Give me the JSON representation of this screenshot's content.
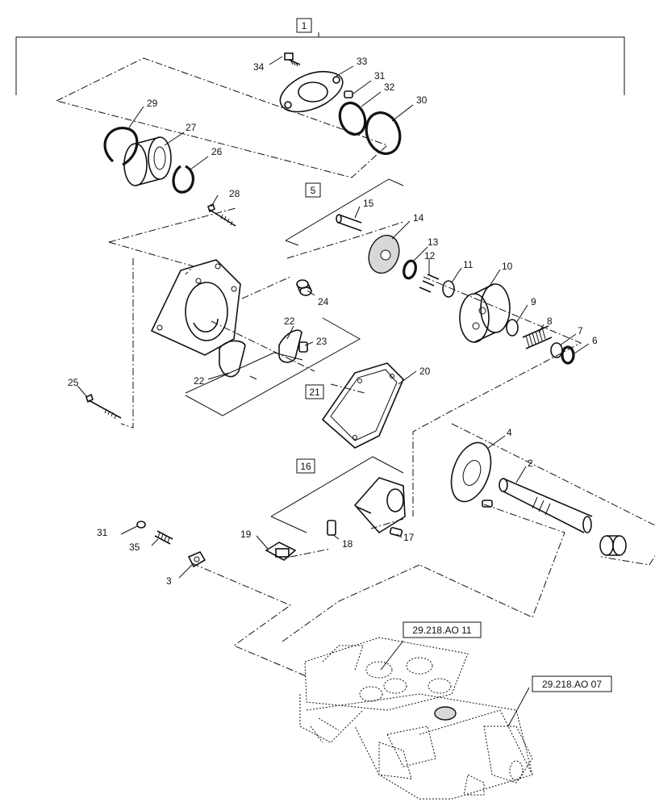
{
  "callouts": {
    "c1": "1",
    "c2": "2",
    "c3": "3",
    "c4": "4",
    "c5": "5",
    "c6": "6",
    "c7": "7",
    "c8": "8",
    "c9": "9",
    "c10": "10",
    "c11": "11",
    "c12": "12",
    "c13": "13",
    "c14": "14",
    "c15": "15",
    "c16": "16",
    "c17": "17",
    "c18": "18",
    "c19": "19",
    "c20": "20",
    "c21": "21",
    "c22a": "22",
    "c22b": "22",
    "c23": "23",
    "c24": "24",
    "c25": "25",
    "c26": "26",
    "c27": "27",
    "c28": "28",
    "c29": "29",
    "c30": "30",
    "c31a": "31",
    "c31b": "31",
    "c32": "32",
    "c33": "33",
    "c34": "34",
    "c35": "35"
  },
  "references": {
    "ref_top": "29.218.AO 11",
    "ref_right": "29.218.AO 07"
  }
}
